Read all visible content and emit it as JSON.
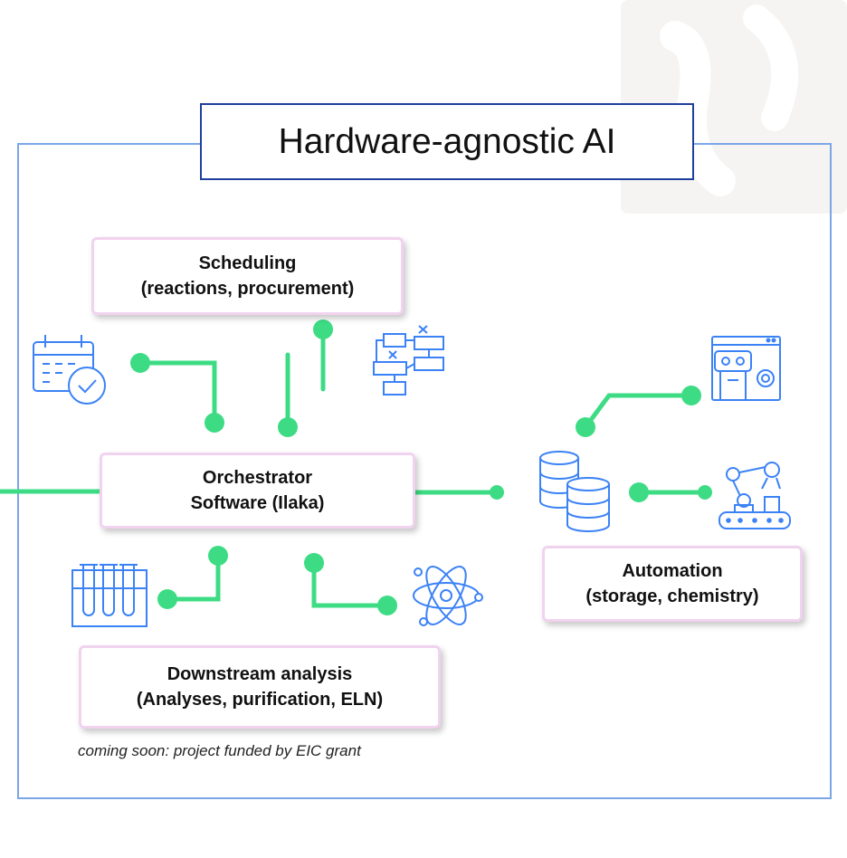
{
  "title": "Hardware-agnostic AI",
  "nodes": {
    "scheduling": {
      "line1": "Scheduling",
      "line2": "(reactions, procurement)"
    },
    "orchestrator": {
      "line1": "Orchestrator",
      "line2": "Software (Ilaka)"
    },
    "downstream": {
      "line1": "Downstream analysis",
      "line2": "(Analyses, purification, ELN)"
    },
    "automation": {
      "line1": "Automation",
      "line2": "(storage, chemistry)"
    }
  },
  "footnote": "coming soon: project funded by EIC grant",
  "icons": [
    "calendar-icon",
    "workflow-icon",
    "robot-icon",
    "database-icon",
    "robot-arm-icon",
    "test-tubes-icon",
    "atom-icon"
  ],
  "colors": {
    "connector": "#3ddc84",
    "icon": "#3b82f6",
    "frame": "#7aa6e8",
    "title_border": "#1f3f9c",
    "box_border": "#f1d3ef"
  }
}
